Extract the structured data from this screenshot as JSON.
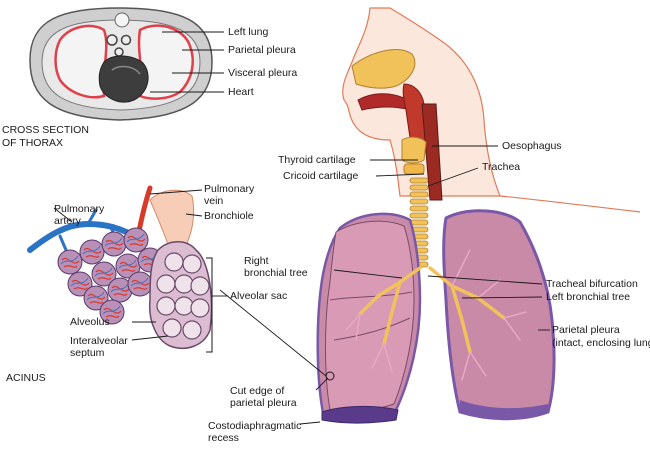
{
  "colors": {
    "lung_fill": "#c98aa8",
    "lung_edge": "#7a58a8",
    "pleura": "#e0404a",
    "trachea": "#f2c25a",
    "skin": "#f7d8c4",
    "artery": "#2b73c4",
    "vein": "#d83a2a",
    "thorax_gray": "#9a9a9a"
  },
  "cross_section": {
    "title_line1": "CROSS SECTION",
    "title_line2": "OF THORAX",
    "labels": {
      "left_lung": "Left lung",
      "parietal_pleura": "Parietal pleura",
      "visceral_pleura": "Visceral pleura",
      "heart": "Heart"
    }
  },
  "acinus": {
    "title": "ACINUS",
    "labels": {
      "pulmonary_artery_1": "Pulmonary",
      "pulmonary_artery_2": "artery",
      "pulmonary_vein_1": "Pulmonary",
      "pulmonary_vein_2": "vein",
      "bronchiole": "Bronchiole",
      "alveolar_sac": "Alveolar sac",
      "alveolus": "Alveolus",
      "interalveolar_1": "Interalveolar",
      "interalveolar_2": "septum"
    }
  },
  "respiratory": {
    "labels": {
      "oesophagus": "Oesophagus",
      "thyroid_cartilage": "Thyroid cartilage",
      "trachea": "Trachea",
      "cricoid_cartilage": "Cricoid cartilage",
      "right_bronchial_1": "Right",
      "right_bronchial_2": "bronchial tree",
      "tracheal_bifurcation": "Tracheal bifurcation",
      "left_bronchial_tree": "Left bronchial tree",
      "parietal_pleura_1": "Parietal pleura",
      "parietal_pleura_2": "(intact, enclosing lung)",
      "cut_edge_1": "Cut edge of",
      "cut_edge_2": "parietal pleura",
      "costo_1": "Costodiaphragmatic",
      "costo_2": "recess"
    }
  }
}
